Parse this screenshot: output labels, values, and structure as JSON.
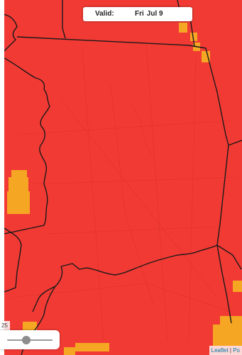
{
  "valid": {
    "label": "Valid:",
    "day": "Fri",
    "date": "Jul 9"
  },
  "slider": {
    "value_text": "25",
    "fraction": 0.42
  },
  "attribution": {
    "leaflet": "Leaflet",
    "separator": " | ",
    "provider": "Po"
  },
  "colors": {
    "hazard_fill": "#f23a34",
    "secondary_fill": "#f5a623",
    "boundary": "#1a1a1a"
  }
}
